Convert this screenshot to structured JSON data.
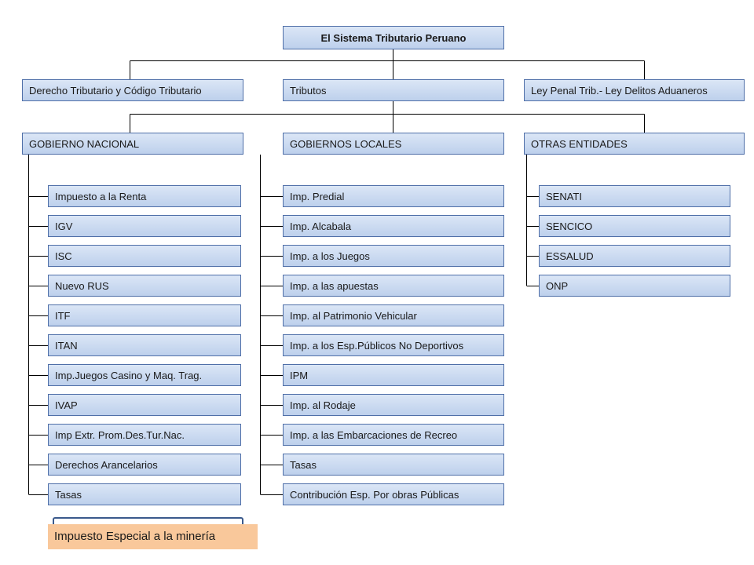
{
  "root": {
    "label": "El Sistema Tributario Peruano"
  },
  "level1": [
    {
      "label": "Derecho Tributario y Código Tributario"
    },
    {
      "label": "Tributos"
    },
    {
      "label": "Ley Penal Trib.- Ley Delitos Aduaneros"
    }
  ],
  "groups": [
    {
      "label": "GOBIERNO NACIONAL",
      "items": [
        "Impuesto  a la Renta",
        "IGV",
        "ISC",
        "Nuevo RUS",
        "ITF",
        "ITAN",
        "Imp.Juegos Casino y Maq. Trag.",
        "IVAP",
        "Imp Extr. Prom.Des.Tur.Nac.",
        "Derechos Arancelarios",
        "Tasas"
      ]
    },
    {
      "label": "GOBIERNOS LOCALES",
      "items": [
        "Imp. Predial",
        "Imp. Alcabala",
        "Imp.  a los Juegos",
        "Imp. a las apuestas",
        "Imp. al Patrimonio Vehicular",
        "Imp. a los Esp.Públicos No Deportivos",
        "IPM",
        "Imp. al Rodaje",
        "Imp. a las Embarcaciones de Recreo",
        "Tasas",
        "Contribución Esp. Por obras Públicas"
      ]
    },
    {
      "label": "OTRAS ENTIDADES",
      "items": [
        "SENATI",
        "SENCICO",
        "ESSALUD",
        "ONP"
      ]
    }
  ],
  "special": {
    "label": "Impuesto Especial a la minería"
  },
  "colors": {
    "box_fill": "#c9d9f0",
    "box_border": "#4f6fa8",
    "special_fill": "#f9c89b",
    "line": "#000000"
  }
}
